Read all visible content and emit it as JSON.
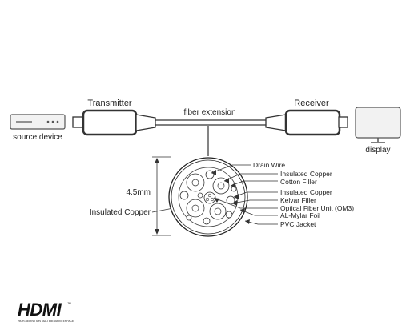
{
  "diagram": {
    "source_label": "source device",
    "transmitter_label": "Transmitter",
    "cable_label": "fiber extension",
    "receiver_label": "Receiver",
    "display_label": "display",
    "dimension_label": "4.5mm",
    "left_callout": "Insulated Copper",
    "callouts": [
      "Drain Wire",
      "Insulated Copper",
      "Cotton Filler",
      "Insulated Copper",
      "Kelvar Filler",
      "Optical Fiber Unit (OM3)",
      "AL-Mylar Foil",
      "PVC Jacket"
    ]
  },
  "logo": {
    "text": "HDMI",
    "tm": "™",
    "tagline": "HIGH-DEFINITION MULTIMEDIA INTERFACE"
  },
  "colors": {
    "line": "#333333",
    "device_fill": "#f2f2f2",
    "jacket_fill": "#ffffff"
  }
}
